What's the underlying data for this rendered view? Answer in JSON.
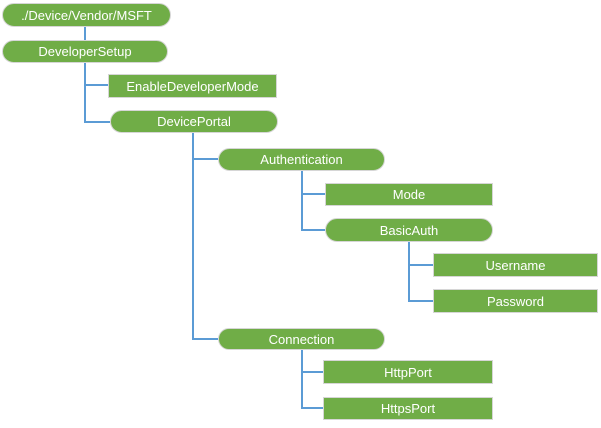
{
  "diagram": {
    "nodes": [
      {
        "id": "root",
        "label": "./Device/Vendor/MSFT",
        "shape": "pill"
      },
      {
        "id": "developersetup",
        "label": "DeveloperSetup",
        "shape": "pill"
      },
      {
        "id": "enabledevelopermode",
        "label": "EnableDeveloperMode",
        "shape": "rect"
      },
      {
        "id": "deviceportal",
        "label": "DevicePortal",
        "shape": "pill"
      },
      {
        "id": "authentication",
        "label": "Authentication",
        "shape": "pill"
      },
      {
        "id": "mode",
        "label": "Mode",
        "shape": "rect"
      },
      {
        "id": "basicauth",
        "label": "BasicAuth",
        "shape": "pill"
      },
      {
        "id": "username",
        "label": "Username",
        "shape": "rect"
      },
      {
        "id": "password",
        "label": "Password",
        "shape": "rect"
      },
      {
        "id": "connection",
        "label": "Connection",
        "shape": "pill"
      },
      {
        "id": "httpport",
        "label": "HttpPort",
        "shape": "rect"
      },
      {
        "id": "httpsport",
        "label": "HttpsPort",
        "shape": "rect"
      }
    ],
    "hierarchy": {
      "./Device/Vendor/MSFT": {
        "DeveloperSetup": {
          "EnableDeveloperMode": {},
          "DevicePortal": {
            "Authentication": {
              "Mode": {},
              "BasicAuth": {
                "Username": {},
                "Password": {}
              }
            },
            "Connection": {
              "HttpPort": {},
              "HttpsPort": {}
            }
          }
        }
      }
    }
  },
  "colors": {
    "node_fill": "#70AD47",
    "node_text": "#FFFFFF",
    "node_border": "#D6D6D6",
    "connector": "#5B9BD5",
    "bg": "#FFFFFF"
  }
}
